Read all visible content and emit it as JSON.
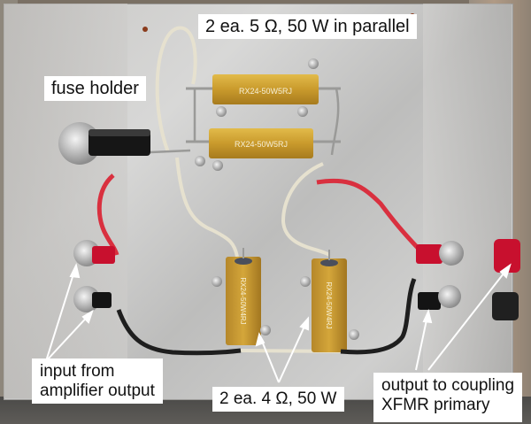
{
  "annotations": {
    "top_resistors": "2 ea. 5 Ω, 50 W in parallel",
    "fuse_holder": "fuse holder",
    "input_line1": "input from",
    "input_line2": "amplifier output",
    "bottom_resistors": "2 ea. 4 Ω, 50 W",
    "output_line1": "output to coupling",
    "output_line2": "XFMR primary"
  },
  "components": {
    "resistor_top_1_marking": "RX24-50W5RJ",
    "resistor_top_2_marking": "RX24-50W5RJ",
    "resistor_bottom_1_marking": "RX24-50W4RJ",
    "resistor_bottom_2_marking": "RX24-50W4RJ"
  },
  "colors": {
    "resistor_gold": "#c9a032",
    "wire_red": "#d9303f",
    "wire_white": "#e8e4d4",
    "wire_black": "#1e1e1e",
    "terminal_red": "#c8102e",
    "label_bg": "#ffffff"
  }
}
